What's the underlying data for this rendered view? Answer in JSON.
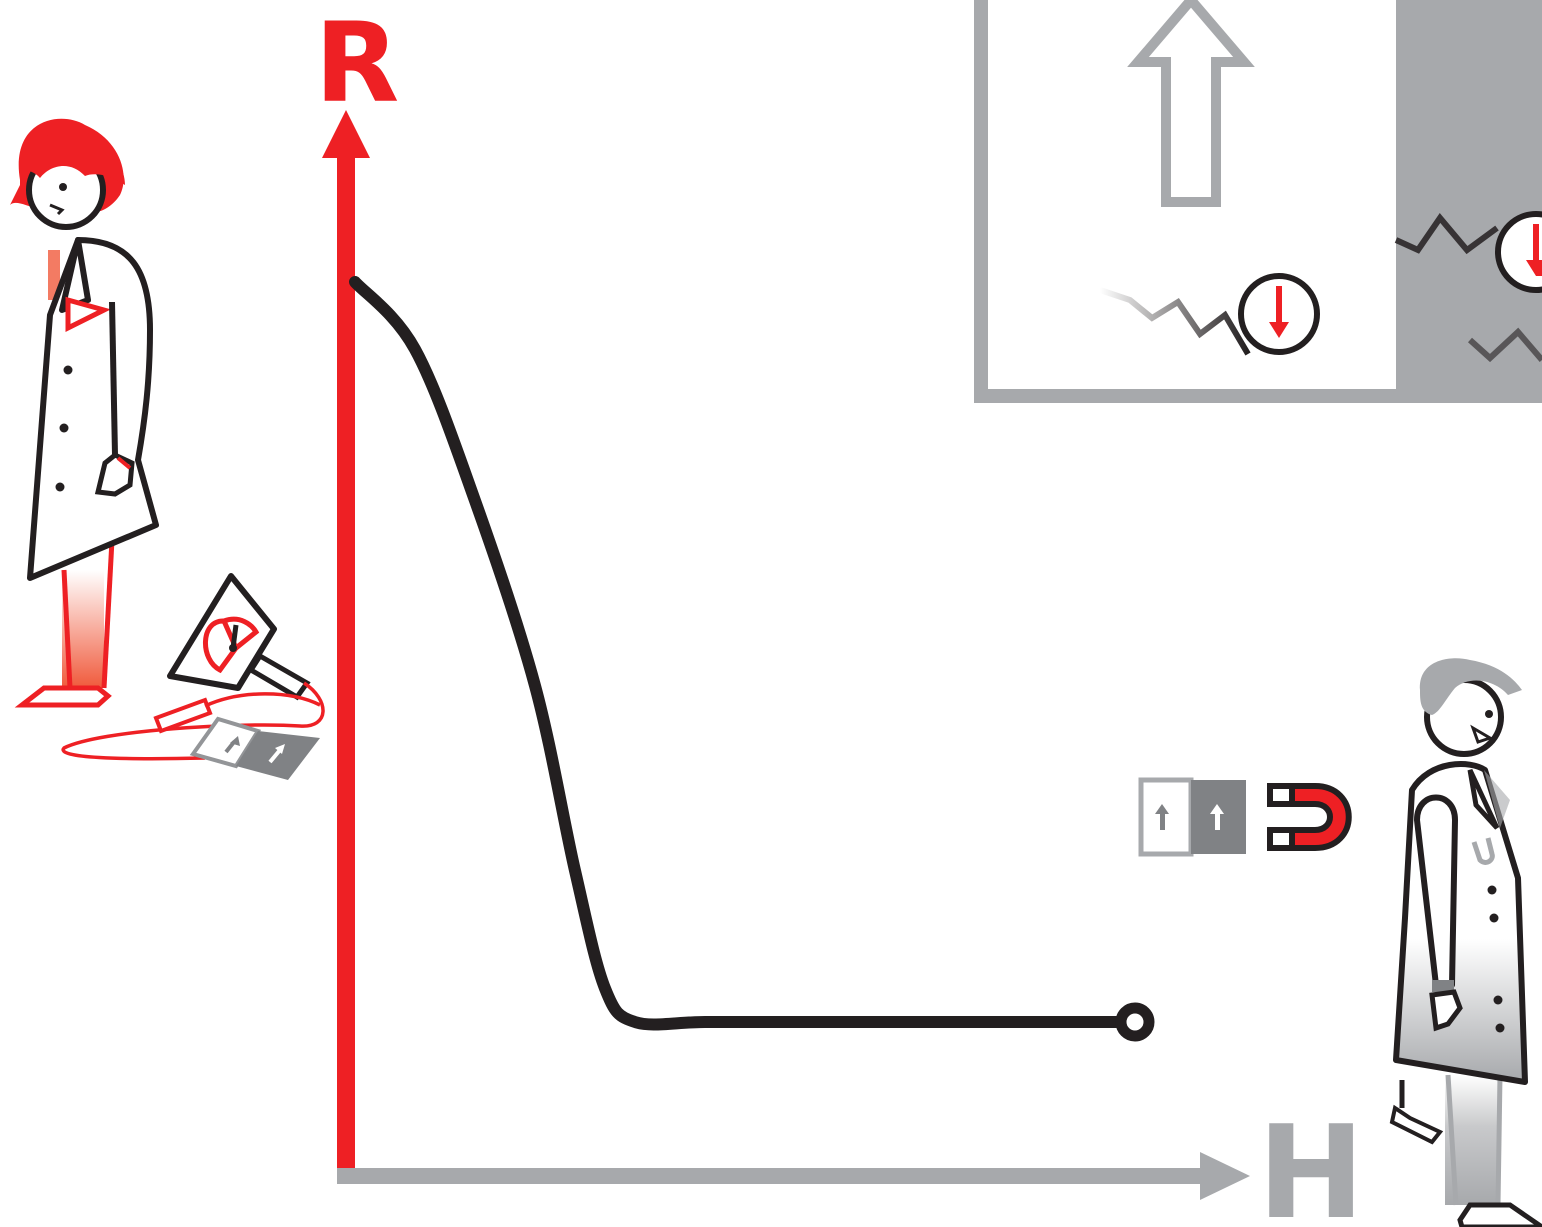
{
  "axes": {
    "y_label": "R",
    "x_label": "H"
  },
  "chart_data": {
    "type": "line",
    "xlabel": "H",
    "ylabel": "R",
    "grid": false,
    "legend": "none",
    "series": [
      {
        "x": [
          0,
          0.06,
          0.12,
          0.18,
          0.22,
          0.25,
          0.28,
          0.35,
          0.45,
          0.6,
          0.78
        ],
        "y": [
          0.88,
          0.8,
          0.62,
          0.4,
          0.18,
          0.04,
          0.0,
          0.0,
          0.0,
          0.0,
          0.0
        ]
      }
    ],
    "end_marker": "open-circle"
  },
  "colors": {
    "accent_red": "#ee2024",
    "dark": "#231f20",
    "gray": "#a7a9ac",
    "panel_gray": "#a7a9ac",
    "magnet_gray": "#808285"
  },
  "icons": {
    "left_scientist": "female-scientist-icon",
    "right_scientist": "male-scientist-icon",
    "meter": "ohmmeter-icon",
    "sample": "magnetic-sample-icon",
    "magnet": "horseshoe-magnet-icon",
    "spin_up": "spin-up-arrow-icon",
    "spin_down": "spin-down-arrow-icon",
    "electron_path": "zigzag-electron-path-icon"
  }
}
